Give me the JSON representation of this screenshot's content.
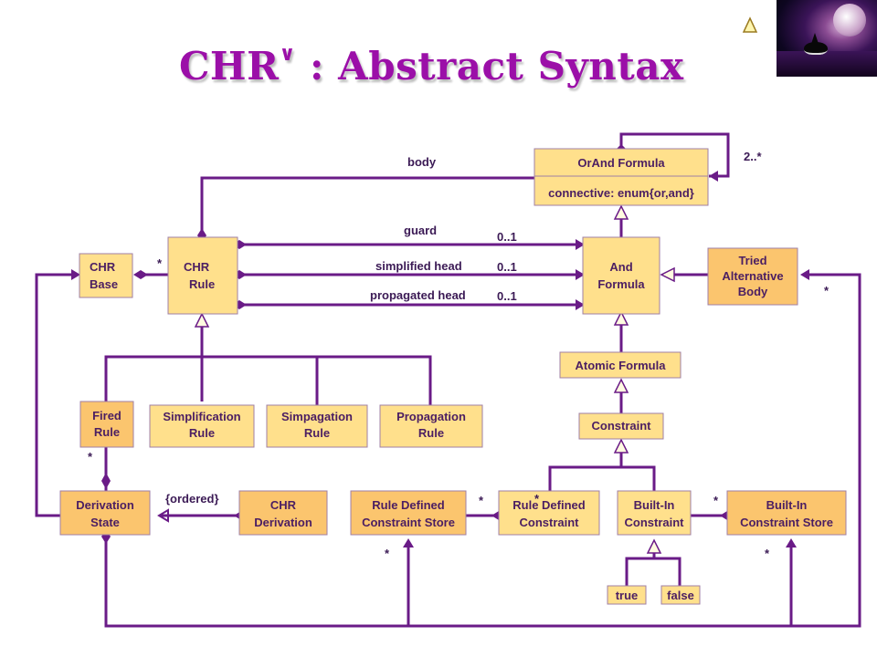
{
  "title": {
    "main": "CHR",
    "superscript": "∨",
    "rest": " : Abstract Syntax"
  },
  "slide_icon": "triangle-outline-icon",
  "classes": {
    "orand_formula": {
      "name": "OrAnd Formula",
      "attribute": "connective: enum{or,and}"
    },
    "chr_base": [
      "CHR",
      "Base"
    ],
    "chr_rule": [
      "CHR",
      "Rule"
    ],
    "and_formula": [
      "And",
      "Formula"
    ],
    "tried_alternative_body": [
      "Tried",
      "Alternative",
      "Body"
    ],
    "atomic_formula": "Atomic Formula",
    "constraint": "Constraint",
    "fired_rule": [
      "Fired",
      "Rule"
    ],
    "simplification_rule": [
      "Simplification",
      "Rule"
    ],
    "simpagation_rule": [
      "Simpagation",
      "Rule"
    ],
    "propagation_rule": [
      "Propagation",
      "Rule"
    ],
    "derivation_state": [
      "Derivation",
      "State"
    ],
    "chr_derivation": [
      "CHR",
      "Derivation"
    ],
    "rule_defined_constraint_store": [
      "Rule Defined",
      "Constraint Store"
    ],
    "rule_defined_constraint": [
      "Rule Defined",
      "Constraint"
    ],
    "builtin_constraint": [
      "Built-In",
      "Constraint"
    ],
    "builtin_constraint_store": [
      "Built-In",
      "Constraint Store"
    ],
    "true_class": "true",
    "false_class": "false"
  },
  "edges": {
    "body": "body",
    "guard": "guard",
    "simplified_head": "simplified head",
    "propagated_head": "propagated head",
    "ordered": "{ordered}"
  },
  "multiplicities": {
    "orand_self": "2..*",
    "guard": "0..1",
    "simplified_head": "0..1",
    "propagated_head": "0..1",
    "star": "*"
  },
  "colors": {
    "title": "#9b0fa8",
    "line": "#6a1b87",
    "box_light": "#ffe08c",
    "box_dark": "#fbc56e"
  }
}
